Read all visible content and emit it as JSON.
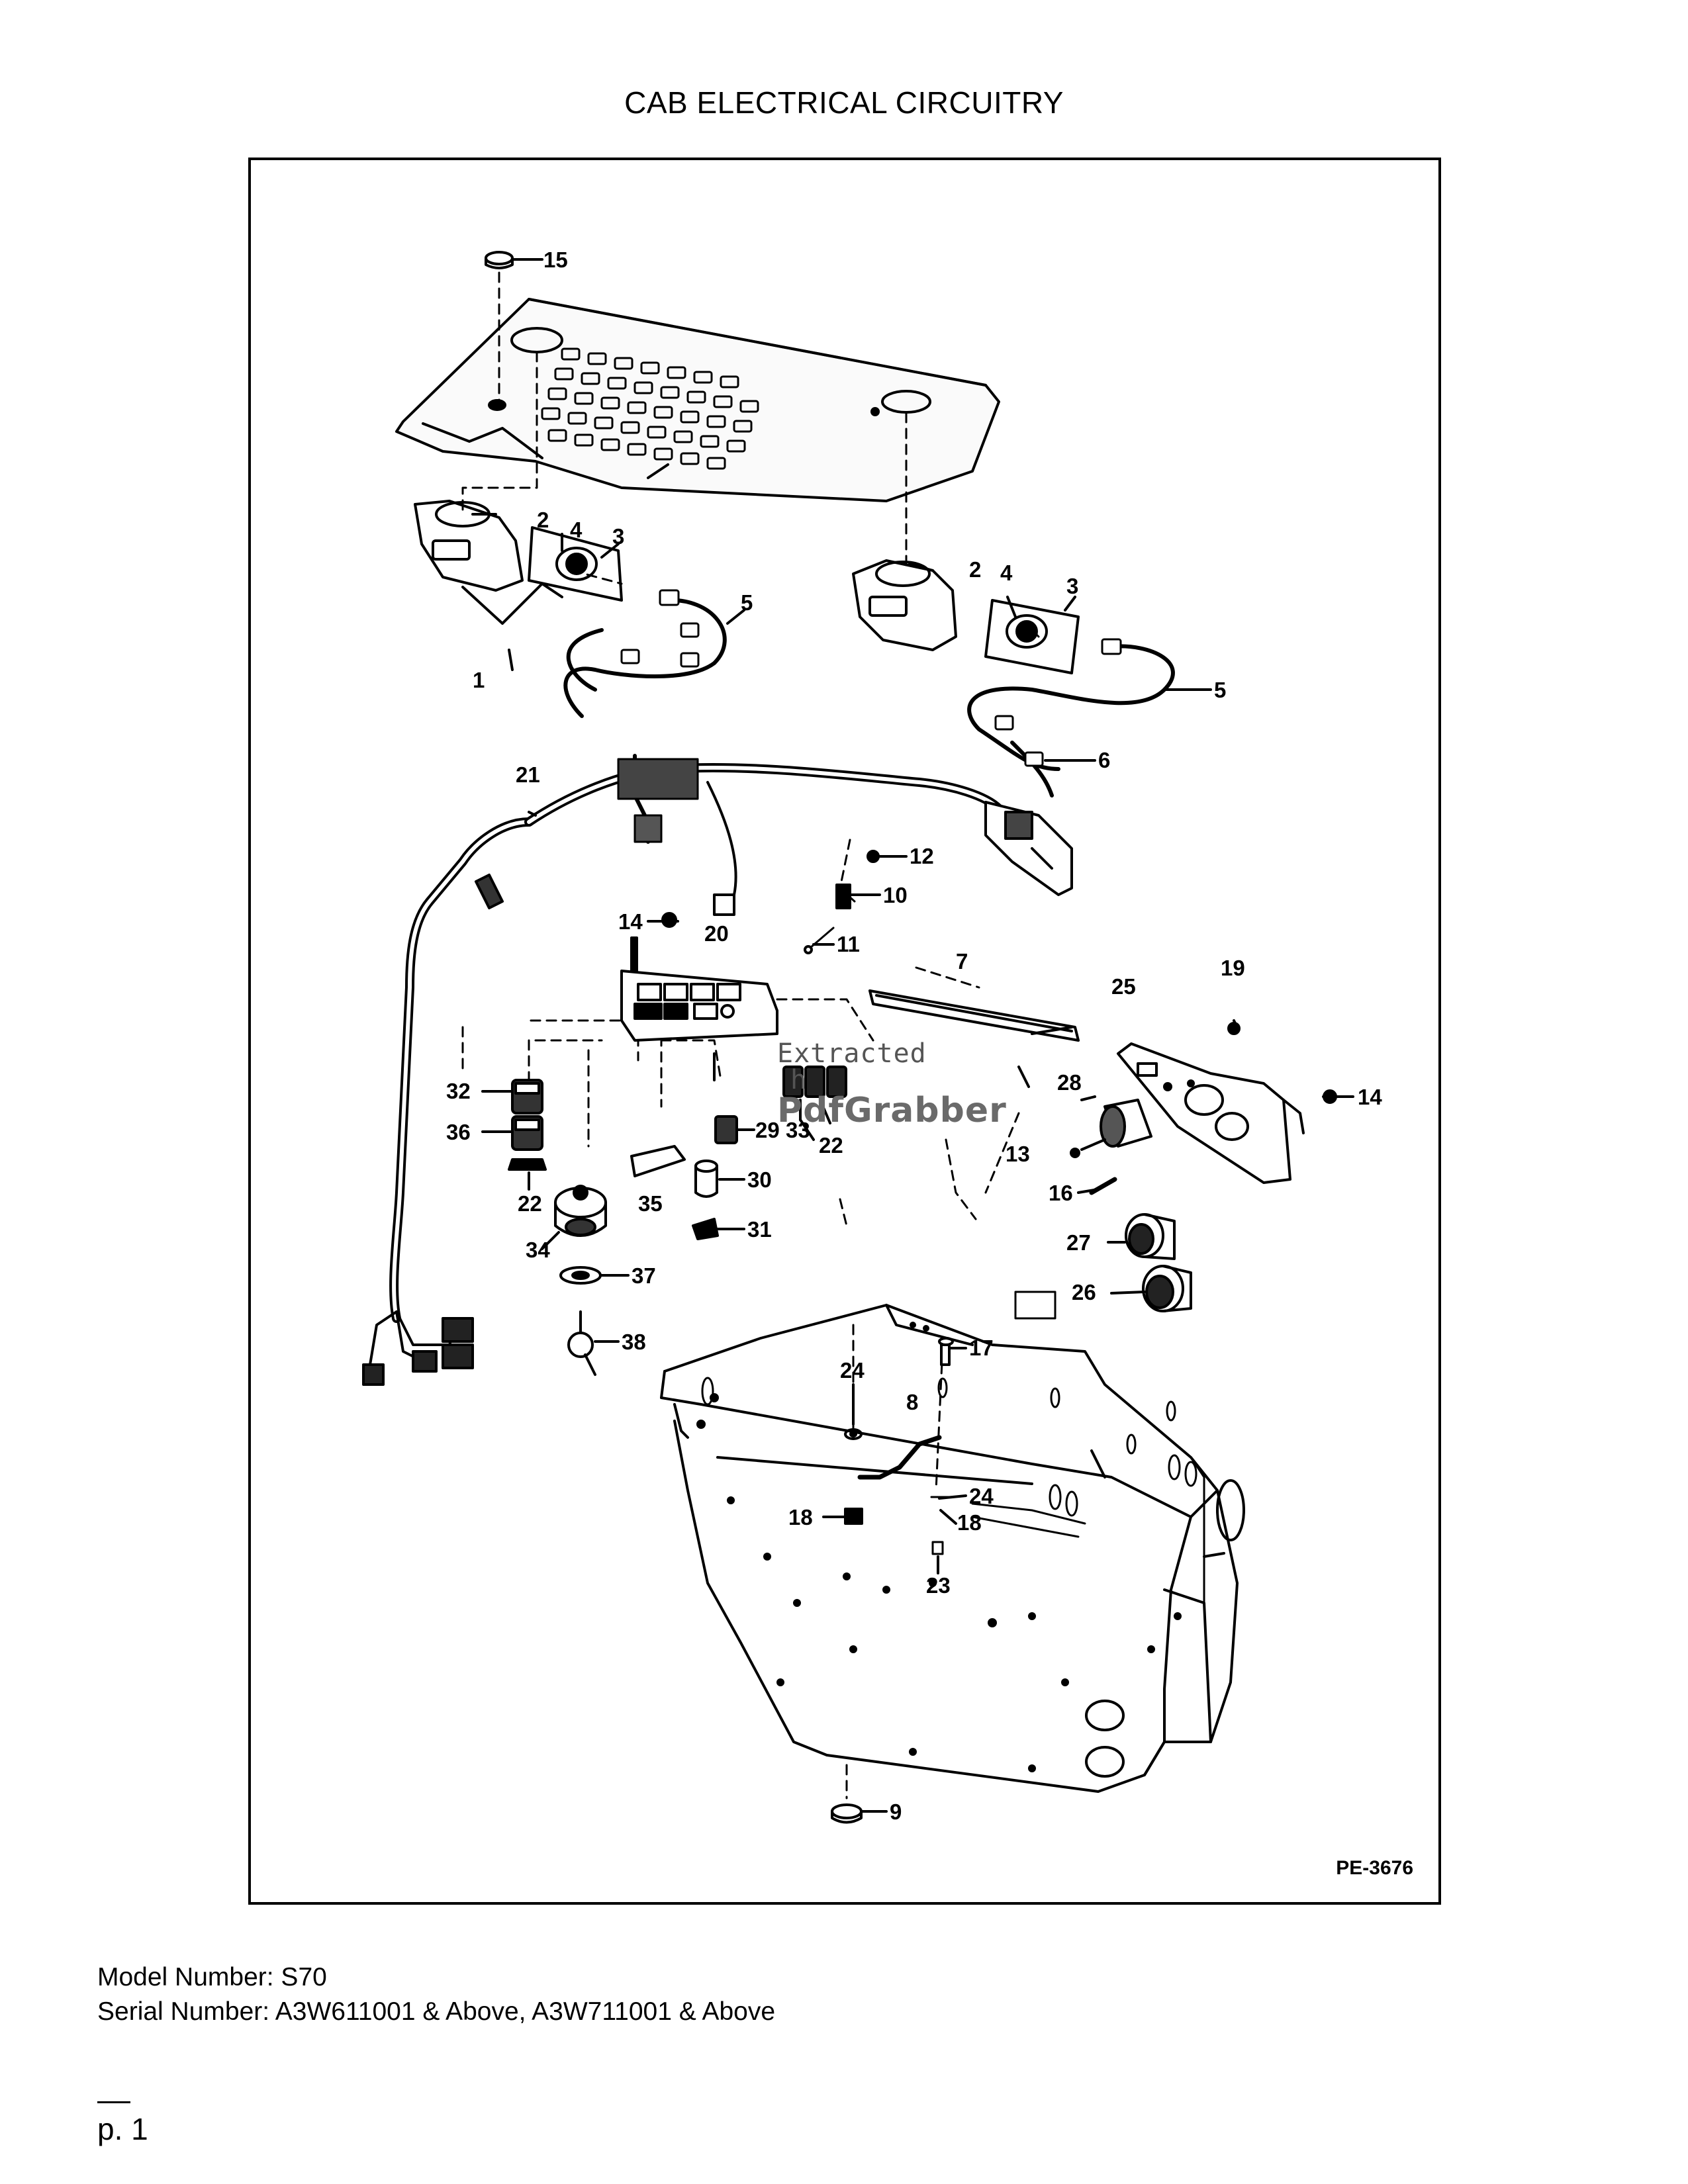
{
  "page_title": "CAB ELECTRICAL CIRCUITRY",
  "drawing_number": "PE-3676",
  "watermark": {
    "line1": "Extracted",
    "line2": "h",
    "brand": "PdfGrabber"
  },
  "footer": {
    "model_number": "Model Number: S70",
    "serial_number": "Serial Number: A3W611001 & Above, A3W711001 & Above"
  },
  "page_number": "p. 1",
  "callouts": [
    "15",
    "2",
    "4",
    "3",
    "5",
    "1",
    "2",
    "4",
    "3",
    "5",
    "6",
    "21",
    "12",
    "10",
    "11",
    "14",
    "20",
    "7",
    "25",
    "19",
    "14",
    "28",
    "13",
    "16",
    "27",
    "26",
    "32",
    "36",
    "22",
    "34",
    "35",
    "29",
    "33",
    "22",
    "30",
    "31",
    "37",
    "38",
    "24",
    "8",
    "17",
    "24",
    "18",
    "18",
    "23",
    "9"
  ]
}
